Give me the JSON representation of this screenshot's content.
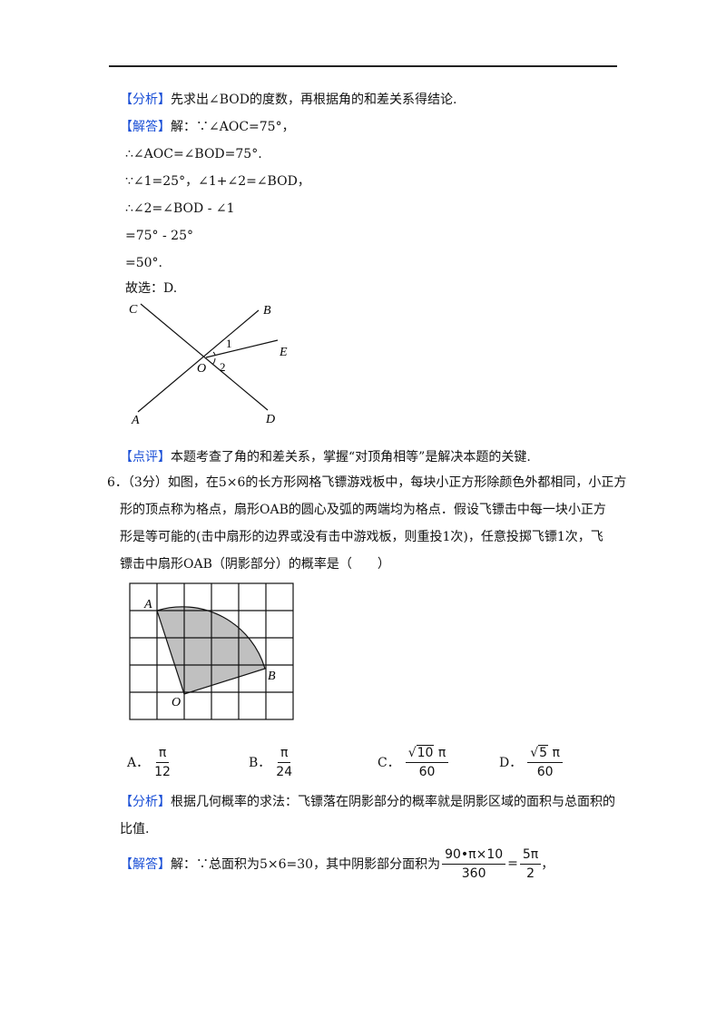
{
  "q5": {
    "analysis_tag": "【分析】",
    "analysis_text": "先求出∠BOD的度数，再根据角的和差关系得结论.",
    "answer_tag": "【解答】",
    "answer_lines": [
      "解：∵∠AOC=75°，",
      "∴∠AOC=∠BOD=75°.",
      "∵∠1=25°，∠1+∠2=∠BOD，",
      "∴∠2=∠BOD - ∠1",
      "=75° - 25°",
      "=50°.",
      "故选：D."
    ],
    "figure_labels": {
      "C": "C",
      "B": "B",
      "E": "E",
      "O": "O",
      "one": "1",
      "two": "2",
      "A": "A",
      "D": "D"
    },
    "comment_tag": "【点评】",
    "comment_text": "本题考查了角的和差关系，掌握“对顶角相等”是解决本题的关键."
  },
  "q6": {
    "stem_lines": [
      "6．（3分）如图，在5×6的长方形网格飞镖游戏板中，每块小正方形除颜色外都相同，小正方",
      "形的顶点称为格点，扇形OAB的圆心及弧的两端均为格点．假设飞镖击中每一块小正方",
      "形是等可能的(击中扇形的边界或没有击中游戏板，则重投1次)，任意投掷飞镖1次，飞",
      "镖击中扇形OAB（阴影部分）的概率是（　　）"
    ],
    "grid_labels": {
      "A": "A",
      "B": "B",
      "O": "O"
    },
    "options": [
      {
        "letter": "A．",
        "num": "π",
        "den": "12"
      },
      {
        "letter": "B．",
        "num": "π",
        "den": "24"
      },
      {
        "letter": "C．",
        "num_root": "10",
        "num_tail": "π",
        "den": "60"
      },
      {
        "letter": "D．",
        "num_root": "5",
        "num_tail": "π",
        "den": "60"
      }
    ],
    "analysis_tag": "【分析】",
    "analysis_lines": [
      "根据几何概率的求法：飞镖落在阴影部分的概率就是阴影区域的面积与总面积的",
      "比值."
    ],
    "answer_tag": "【解答】",
    "answer_text": "解：∵总面积为5×6=30，其中阴影部分面积为",
    "formula_num": "90•π×10",
    "formula_den": "360",
    "formula_eq": "=",
    "result_num": "5π",
    "result_den": "2",
    "trailing": "，"
  },
  "colors": {
    "tag": "#1a4fd6",
    "shade": "#c0c0c0"
  }
}
